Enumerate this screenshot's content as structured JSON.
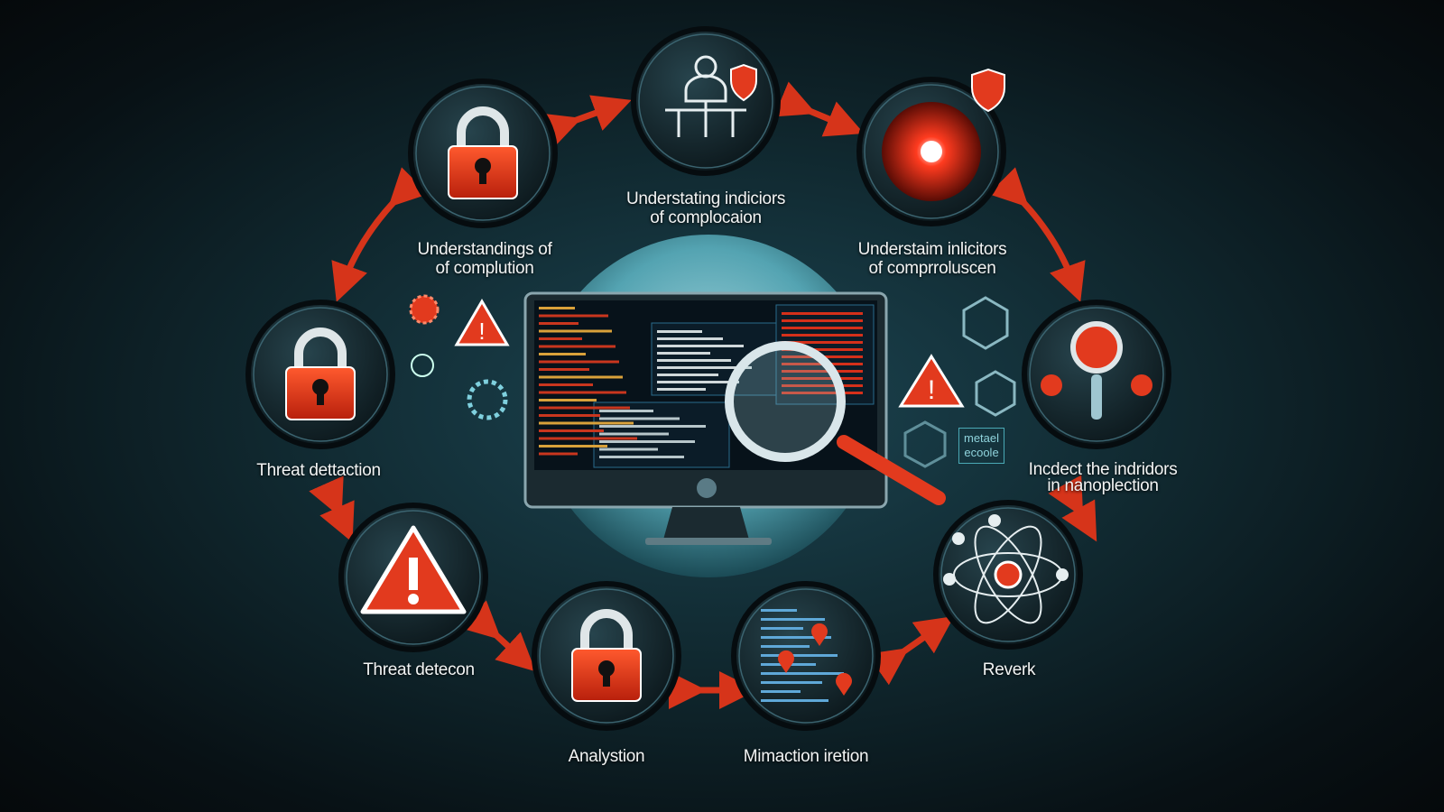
{
  "labels": {
    "top_center": [
      "Understating indiciors",
      "of complocaion"
    ],
    "top_left": [
      "Understandings of",
      "of complution"
    ],
    "top_right": [
      "Understaim inlicitors",
      "of comprroluscen"
    ],
    "left": "Threat dettaction",
    "right": [
      "Incdect the indridors",
      "in nanoplection"
    ],
    "bottom_left": "Threat detecon",
    "bottom_center_left": "Analystion",
    "bottom_center_right": "Mimaction iretion",
    "bottom_right": "Reverk",
    "tag": [
      "metael",
      "ecoole"
    ]
  },
  "colors": {
    "accent": "#e23a1e",
    "glow": "#7fd0de",
    "node": "#152a31"
  }
}
